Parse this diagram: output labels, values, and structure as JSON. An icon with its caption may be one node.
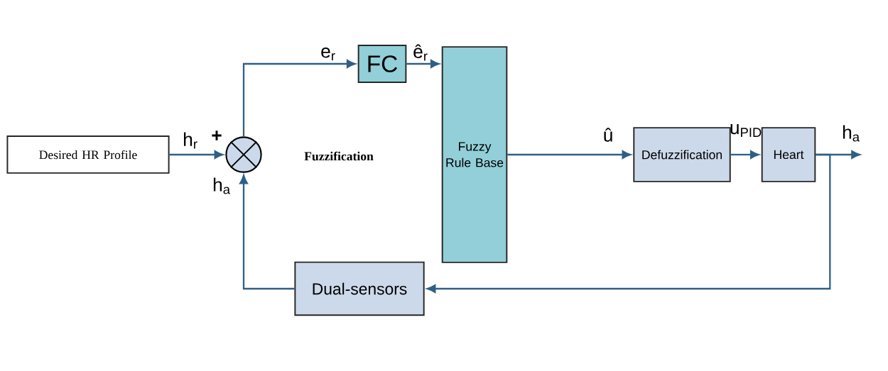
{
  "diagram": {
    "nodes": [
      {
        "text": [
          "Desired HR Profile"
        ]
      },
      {
        "text": [],
        "shape": "circle"
      },
      {
        "text": [
          "FC"
        ]
      },
      {
        "text": [
          "Fuzzy Rule Base"
        ]
      },
      {
        "text": [
          "Defuzzification"
        ]
      },
      {
        "text": [
          "Heart"
        ]
      },
      {
        "text": [
          "Dual-sensors"
        ]
      }
    ],
    "edges": [
      {
        "from": 0,
        "to": 1,
        "arrow": "to",
        "label": "h$_{r}$"
      },
      {
        "from": 1,
        "to": 2,
        "arrow": "to",
        "label": "e$_{r}$"
      },
      {
        "from": 2,
        "to": 3,
        "arrow": "to",
        "label": "ê$_{r}$"
      },
      {
        "from": 3,
        "to": 4,
        "arrow": "to",
        "label": "û"
      },
      {
        "from": 4,
        "to": 5,
        "arrow": "to",
        "label": "u$_{PID}$"
      },
      {
        "from": 5,
        "to": null,
        "arrow": "to",
        "label": "h$_{a}$"
      },
      {
        "from": 5,
        "to": 6,
        "arrow": "to"
      },
      {
        "from": 6,
        "to": 1,
        "arrow": "to",
        "label": "h$_{a}$"
      }
    ],
    "labels": [
      "+",
      "Fuzzification"
    ]
  }
}
